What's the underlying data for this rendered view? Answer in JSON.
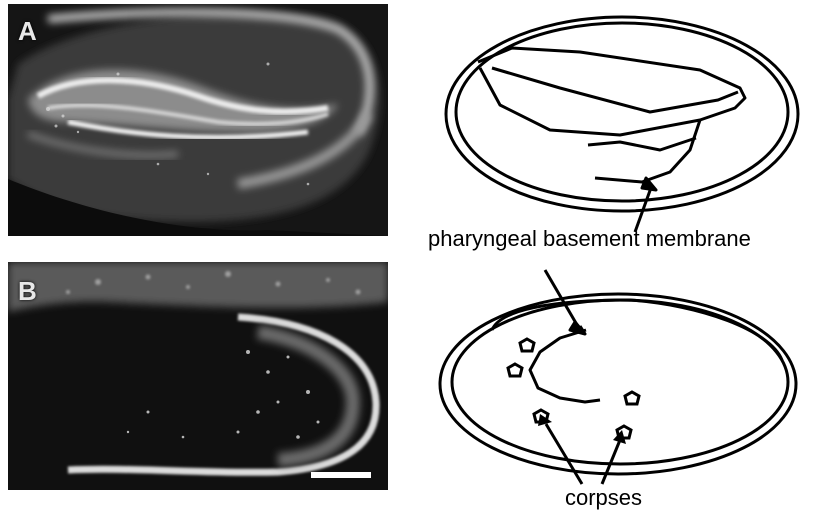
{
  "panels": [
    {
      "letter": "A"
    },
    {
      "letter": "B"
    }
  ],
  "labels": {
    "pharyngeal_basement_membrane": "pharyngeal basement membrane",
    "corpses": "corpses"
  },
  "colors": {
    "micrograph_background": "#111111",
    "micrograph_highlight": "#e6e6e6",
    "line_art": "#000000"
  }
}
